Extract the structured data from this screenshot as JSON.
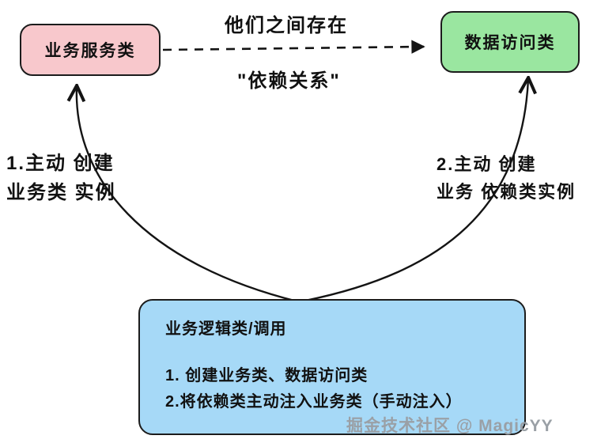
{
  "nodes": {
    "business_service": {
      "label": "业务服务类",
      "fill": "#f8c8cc"
    },
    "data_access": {
      "label": "数据访问类",
      "fill": "#9ae6a0"
    },
    "business_logic": {
      "title": "业务逻辑类/调用",
      "lines": [
        "1. 创建业务类、数据访问类",
        "2.将依赖类主动注入业务类（手动注入）"
      ],
      "fill": "#a6d9f7"
    }
  },
  "labels": {
    "relation_top": "他们之间存在",
    "relation_bottom": "\"依赖关系\"",
    "left_note_line1": "1.主动 创建",
    "left_note_line2": "业务类 实例",
    "right_note_line1": "2.主动 创建",
    "right_note_line2": "业务  依赖类实例"
  },
  "edges": {
    "dependency_arrow": "dashed-dependency-arrow",
    "create_business_arrow": "create-business-instance-arrow",
    "create_data_access_arrow": "create-dependency-instance-arrow"
  },
  "watermark": "掘金技术社区 @ MagicYY",
  "colors": {
    "stroke": "#141414",
    "watermark": "#9aa0a6"
  }
}
